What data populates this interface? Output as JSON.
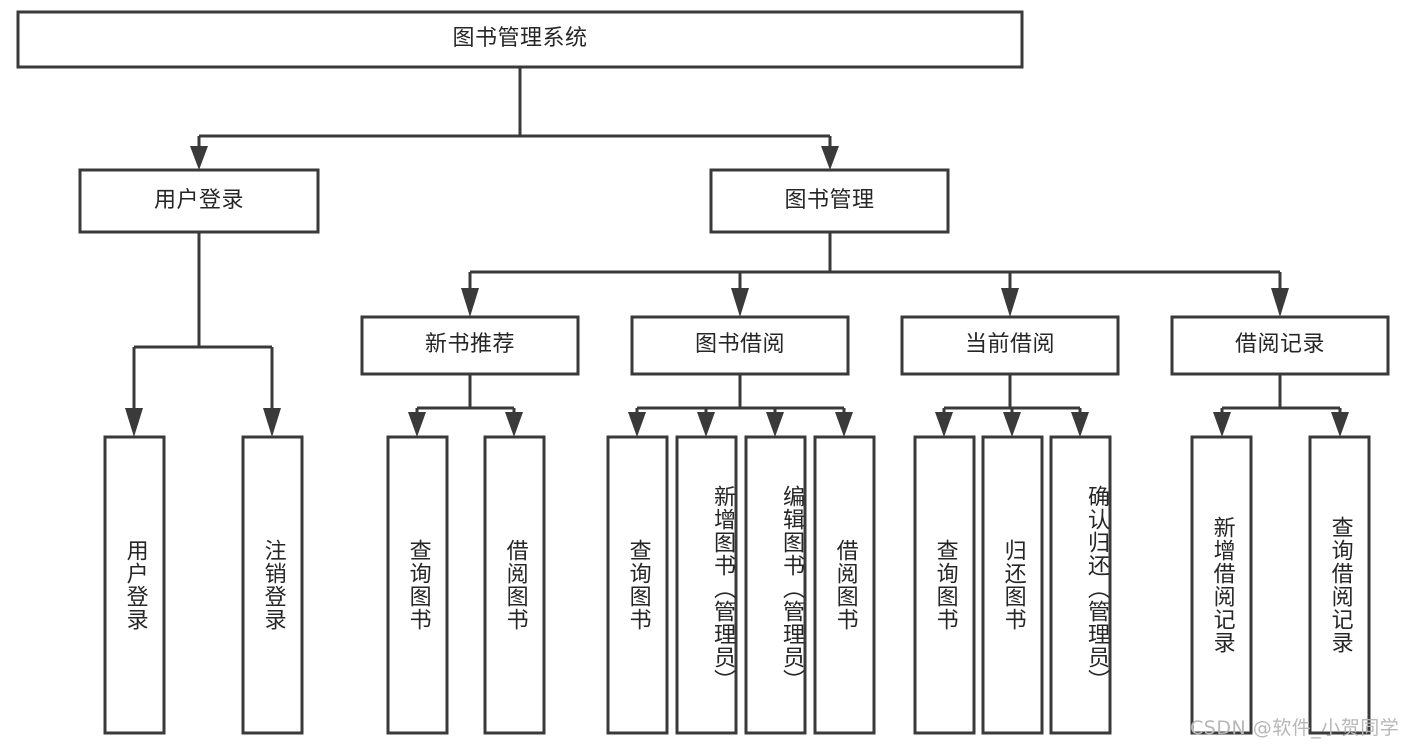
{
  "diagram": {
    "title_box": {
      "label": "图书管理系统"
    },
    "level2": [
      {
        "id": "user-login",
        "label": "用户登录"
      },
      {
        "id": "book-management",
        "label": "图书管理"
      }
    ],
    "level3": [
      {
        "id": "new-book-recommend",
        "label": "新书推荐"
      },
      {
        "id": "book-borrow",
        "label": "图书借阅"
      },
      {
        "id": "current-borrow",
        "label": "当前借阅"
      },
      {
        "id": "borrow-record",
        "label": "借阅记录"
      }
    ],
    "leaves": {
      "user_login": [
        {
          "id": "leaf-user-login",
          "label": "用户登录"
        },
        {
          "id": "leaf-logout-login",
          "label": "注销登录"
        }
      ],
      "new_book_recommend": [
        {
          "id": "leaf-query-book-1",
          "label": "查询图书"
        },
        {
          "id": "leaf-borrow-book-1",
          "label": "借阅图书"
        }
      ],
      "book_borrow": [
        {
          "id": "leaf-query-book-2",
          "label": "查询图书"
        },
        {
          "id": "leaf-add-book",
          "label": "新增图书（管理员）"
        },
        {
          "id": "leaf-edit-book",
          "label": "编辑图书（管理员）"
        },
        {
          "id": "leaf-borrow-book-2",
          "label": "借阅图书"
        }
      ],
      "current_borrow": [
        {
          "id": "leaf-query-book-3",
          "label": "查询图书"
        },
        {
          "id": "leaf-return-book",
          "label": "归还图书"
        },
        {
          "id": "leaf-confirm-return",
          "label": "确认归还（管理员）"
        }
      ],
      "borrow_record": [
        {
          "id": "leaf-add-record",
          "label": "新增借阅记录"
        },
        {
          "id": "leaf-query-record",
          "label": "查询借阅记录"
        }
      ]
    },
    "watermark": "CSDN @软件_小贺同学",
    "colors": {
      "box_stroke": "#3a3a3a",
      "box_fill": "#ffffff",
      "text": "#262626",
      "watermark": "#b7b7b7",
      "background": "#ffffff"
    }
  }
}
